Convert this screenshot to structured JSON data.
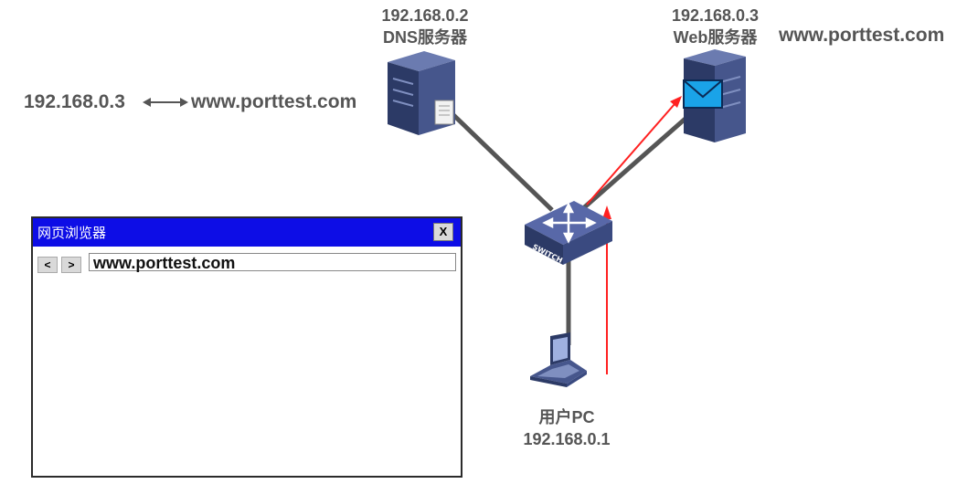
{
  "dns_server": {
    "ip": "192.168.0.2",
    "name": "DNS服务器"
  },
  "web_server": {
    "ip": "192.168.0.3",
    "name": "Web服务器",
    "domain": "www.porttest.com"
  },
  "dns_mapping": {
    "ip": "192.168.0.3",
    "domain": "www.porttest.com"
  },
  "switch": {
    "label": "SWITCH"
  },
  "user_pc": {
    "name": "用户PC",
    "ip": "192.168.0.1"
  },
  "browser": {
    "title": "网页浏览器",
    "close_label": "X",
    "back_label": "<",
    "forward_label": ">",
    "url": "www.porttest.com"
  },
  "colors": {
    "link": "#555555",
    "arrow": "#ff2020",
    "titlebar": "#0d0de6",
    "server_body": "#3a4a7a",
    "mail_icon": "#1aa3e8"
  },
  "icons": [
    "dns-server-icon",
    "web-server-icon",
    "mail-envelope-icon",
    "network-switch-icon",
    "laptop-icon",
    "bidirectional-arrow-icon"
  ]
}
